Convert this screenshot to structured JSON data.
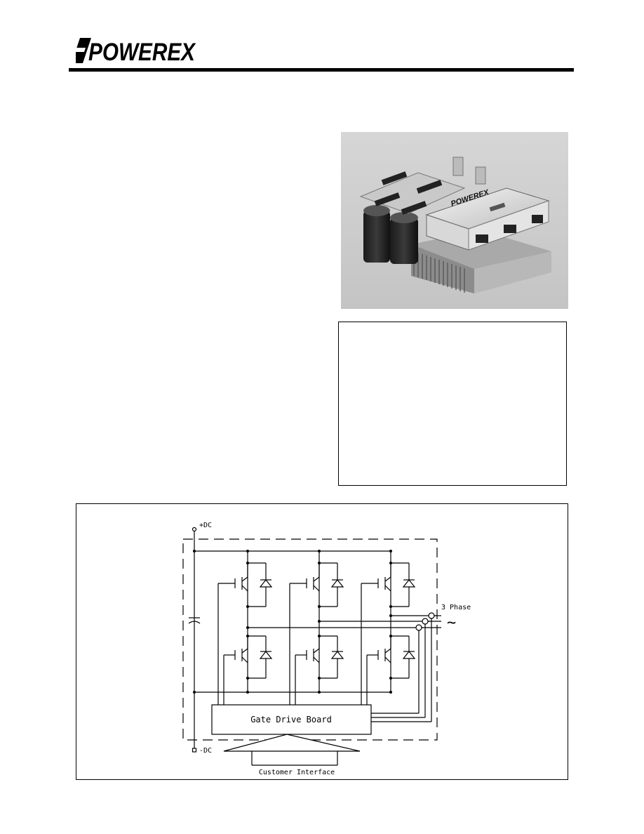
{
  "header": {
    "logo_text": "POWEREX",
    "logo_icon": "powerex-logo"
  },
  "photo": {
    "icon": "product-photo",
    "label_text": "POWEREX"
  },
  "schematic": {
    "plus_dc": "+DC",
    "minus_dc": "-DC",
    "three_phase": "3 Phase",
    "gate_drive_board": "Gate Drive Board",
    "customer_interface": "Customer Interface",
    "ac_symbol": "~"
  }
}
